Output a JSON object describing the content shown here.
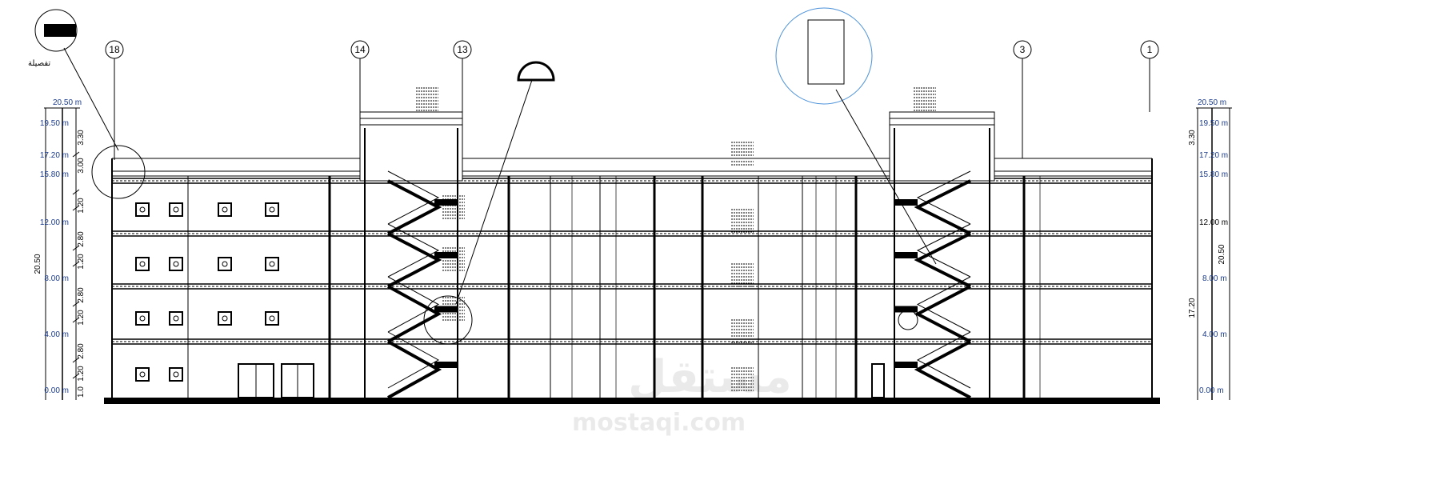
{
  "drawing": {
    "type": "building section",
    "grid_axes": [
      "18",
      "14",
      "13",
      "3",
      "1"
    ],
    "left_levels": [
      "20.50 m",
      "19.50 m",
      "17.20 m",
      "15.80 m",
      "12.00 m",
      "8.00 m",
      "4.00 m",
      "0.00 m"
    ],
    "left_segments": [
      "3.30",
      "3.00",
      "1.20",
      "2.80",
      "1.20",
      "2.80",
      "1.20",
      "2.80",
      "1.20",
      "1.0"
    ],
    "left_total": "20.50",
    "right_levels": [
      "20.50 m",
      "19.50 m",
      "17.20 m",
      "15.80 m",
      "12.00 m",
      "8.00 m",
      "4.00 m",
      "0.00 m"
    ],
    "right_segments": [
      "3.30",
      "17.20"
    ],
    "right_total": "20.50",
    "detail_note": "تفصيلة"
  },
  "watermark": {
    "arabic": "مستقل",
    "latin": "mostaqi.com"
  }
}
